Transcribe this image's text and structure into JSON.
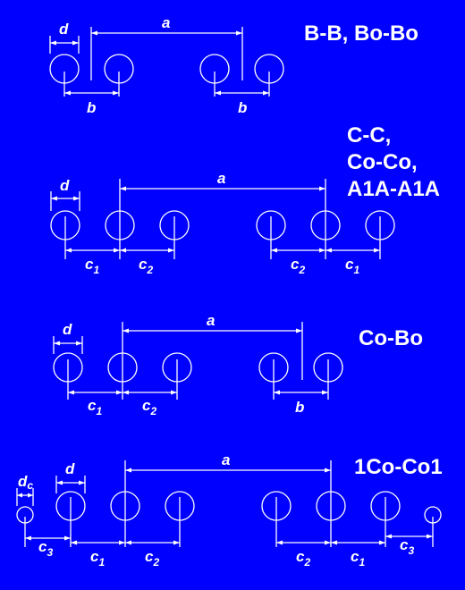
{
  "colors": {
    "background": "#0000ff",
    "ink": "#ffffff"
  },
  "sections": [
    {
      "title_lines": [
        "B-B, Bo-Bo"
      ],
      "labels": {
        "d": "d",
        "a": "a",
        "b_left": "b",
        "b_right": "b"
      }
    },
    {
      "title_lines": [
        "C-C,",
        "Co-Co,",
        "A1A-A1A"
      ],
      "labels": {
        "d": "d",
        "a": "a",
        "c1_left": "c",
        "c1_left_sub": "1",
        "c2_left": "c",
        "c2_left_sub": "2",
        "c2_right": "c",
        "c2_right_sub": "2",
        "c1_right": "c",
        "c1_right_sub": "1"
      }
    },
    {
      "title_lines": [
        "Co-Bo"
      ],
      "labels": {
        "d": "d",
        "a": "a",
        "c1": "c",
        "c1_sub": "1",
        "c2": "c",
        "c2_sub": "2",
        "b": "b"
      }
    },
    {
      "title_lines": [
        "1Co-Co1"
      ],
      "labels": {
        "dc": "d",
        "dc_sub": "c",
        "d": "d",
        "a": "a",
        "c3_left": "c",
        "c3_left_sub": "3",
        "c1_left": "c",
        "c1_left_sub": "1",
        "c2_left": "c",
        "c2_left_sub": "2",
        "c2_right": "c",
        "c2_right_sub": "2",
        "c1_right": "c",
        "c1_right_sub": "1",
        "c3_right": "c",
        "c3_right_sub": "3"
      }
    }
  ]
}
